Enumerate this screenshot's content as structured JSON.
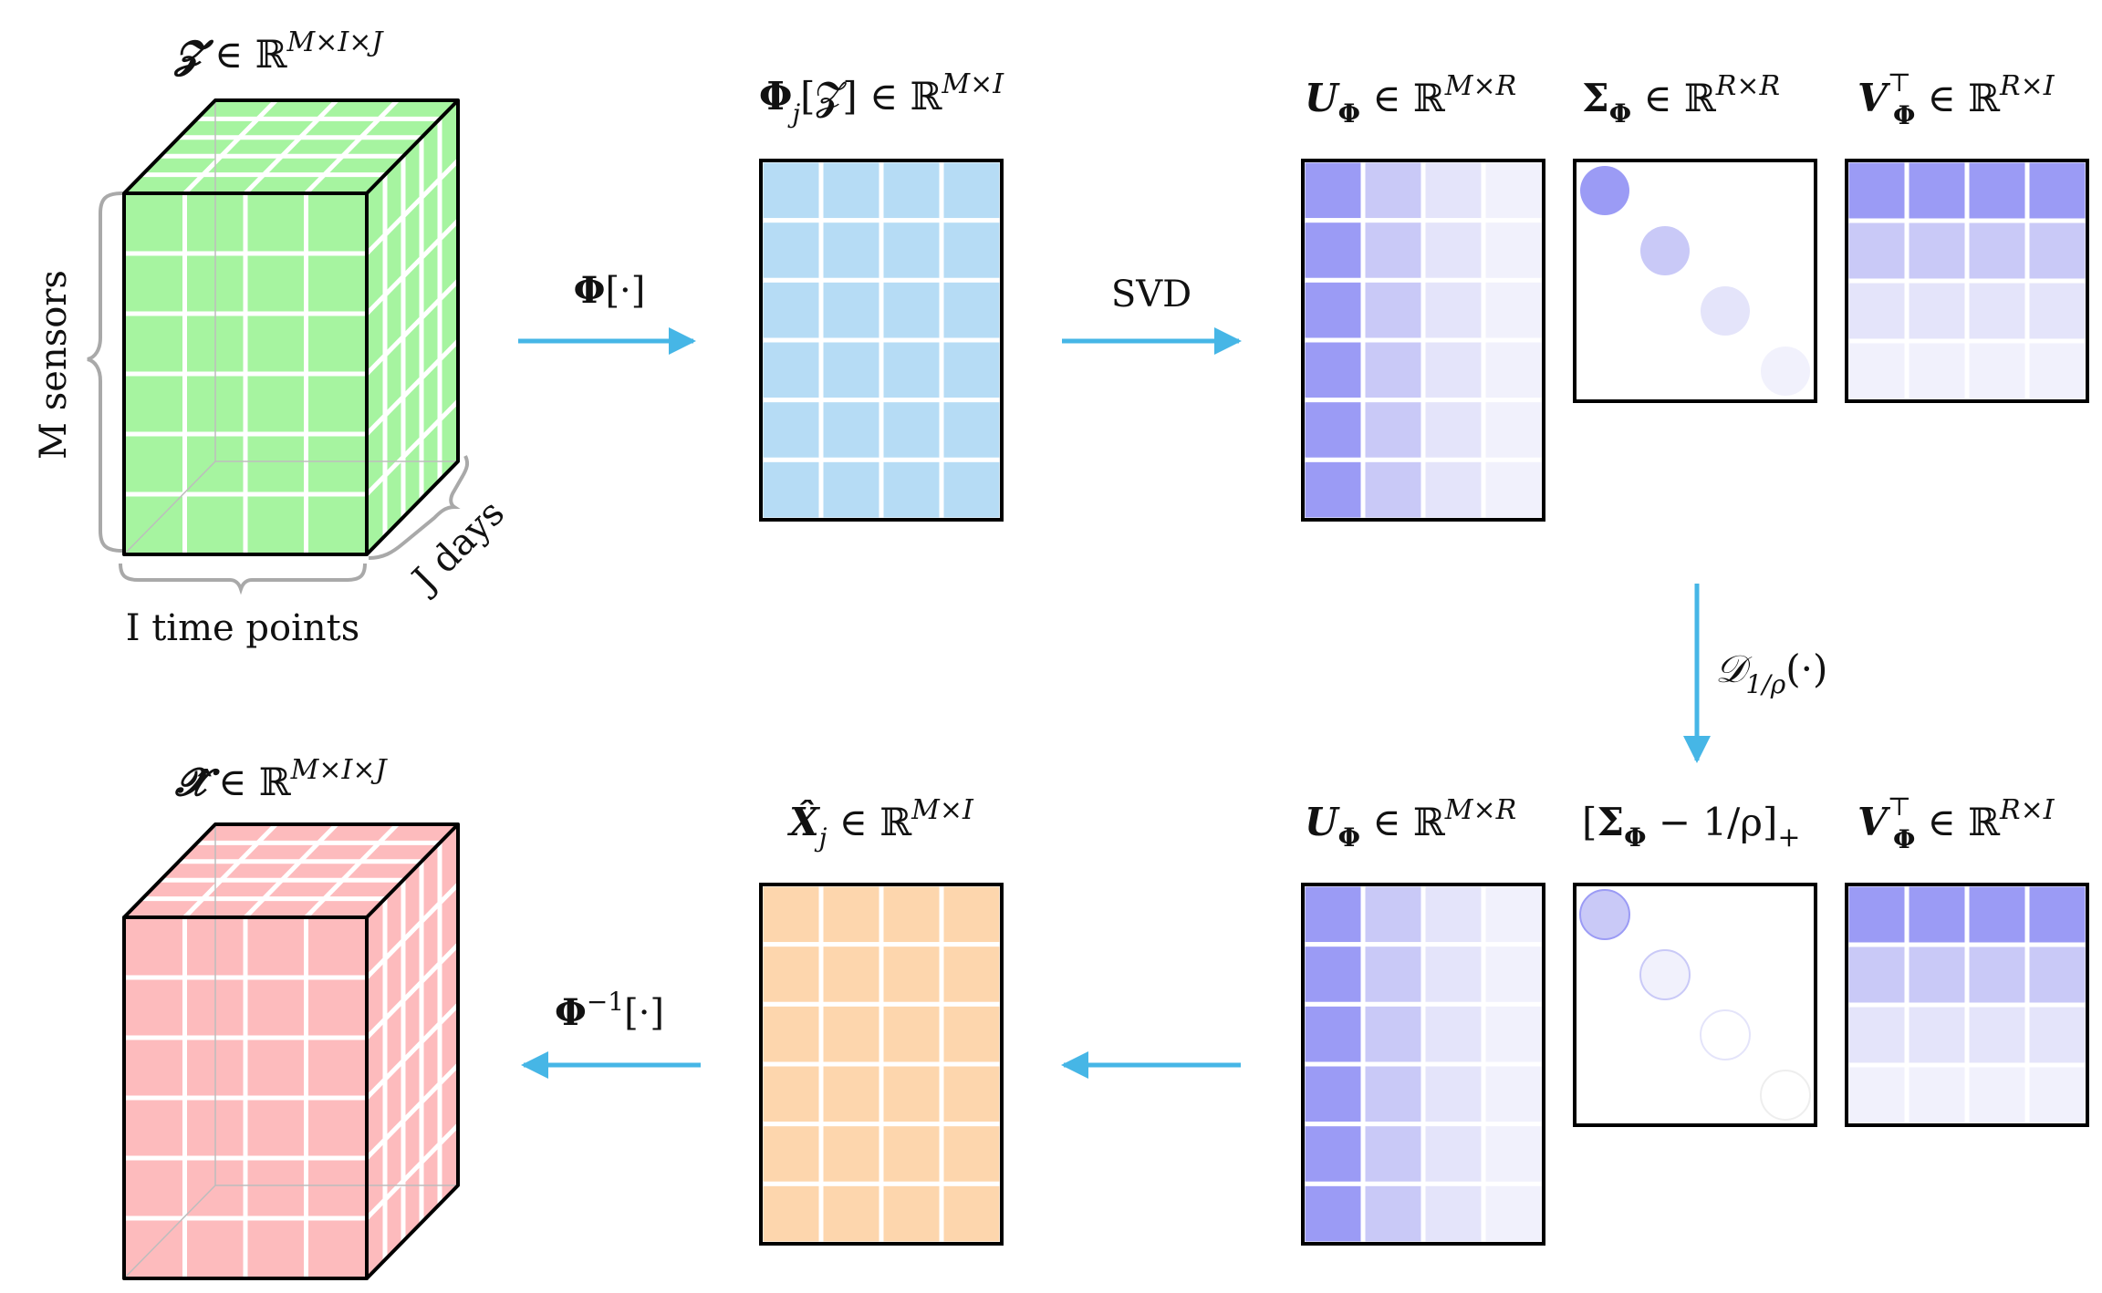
{
  "colors": {
    "input_tensor": "#a6f4a0",
    "stacked_matrix": "#b6dcf5",
    "output_matrix": "#fdd6ad",
    "output_tensor": "#fdbbbd",
    "svd_dark": "#9b9bf5",
    "svd_mid": "#c9c9f7",
    "svd_light": "#e4e4fa",
    "svd_faint": "#f1f1fc",
    "arrow": "#46b6e6",
    "outline": "#000000",
    "brace": "#a9a9a9",
    "grid_line": "#ffffff"
  },
  "input_tensor": {
    "title": {
      "symbol": "𝓩",
      "rel": " ∈ ℝ",
      "sup": "M×I×J"
    },
    "dims": {
      "sensors": "M sensors",
      "time": "I time points",
      "days": "J days"
    }
  },
  "stacked": {
    "title": {
      "symbol": "Φ",
      "sub": "j",
      "args": "[𝓩]",
      "rel": " ∈ ℝ",
      "sup": "M×I"
    }
  },
  "arrows": {
    "phi": {
      "symbol": "Φ",
      "args": "[·]"
    },
    "svd": "SVD",
    "threshold": {
      "symbol": "𝒟",
      "sub": "1/ρ",
      "args": "(·)"
    },
    "inverse": {
      "symbol": "Φ",
      "sup": "−1",
      "args": "[·]"
    }
  },
  "svd_top": {
    "u": {
      "symbol": "U",
      "sub": "Φ",
      "rel": " ∈ ℝ",
      "sup": "M×R"
    },
    "sigma": {
      "symbol": "Σ",
      "sub": "Φ",
      "rel": " ∈ ℝ",
      "sup": "R×R"
    },
    "v": {
      "symbol": "V",
      "subsup": "⊤",
      "sub": "Φ",
      "rel": " ∈ ℝ",
      "sup": "R×I"
    }
  },
  "svd_bottom": {
    "u": {
      "symbol": "U",
      "sub": "Φ",
      "rel": " ∈ ℝ",
      "sup": "M×R"
    },
    "sigma": {
      "open": "[",
      "symbol": "Σ",
      "sub": "Φ",
      "rest": " − 1/ρ]",
      "sub2": "+"
    },
    "v": {
      "symbol": "V",
      "subsup": "⊤",
      "sub": "Φ",
      "rel": " ∈ ℝ",
      "sup": "R×I"
    }
  },
  "output_matrix": {
    "title": {
      "symbol": "X̂",
      "sub": "j",
      "rel": " ∈ ℝ",
      "sup": "M×I"
    }
  },
  "output_tensor": {
    "title": {
      "symbol": "𝓧̂",
      "rel": " ∈ ℝ",
      "sup": "M×I×J"
    }
  }
}
